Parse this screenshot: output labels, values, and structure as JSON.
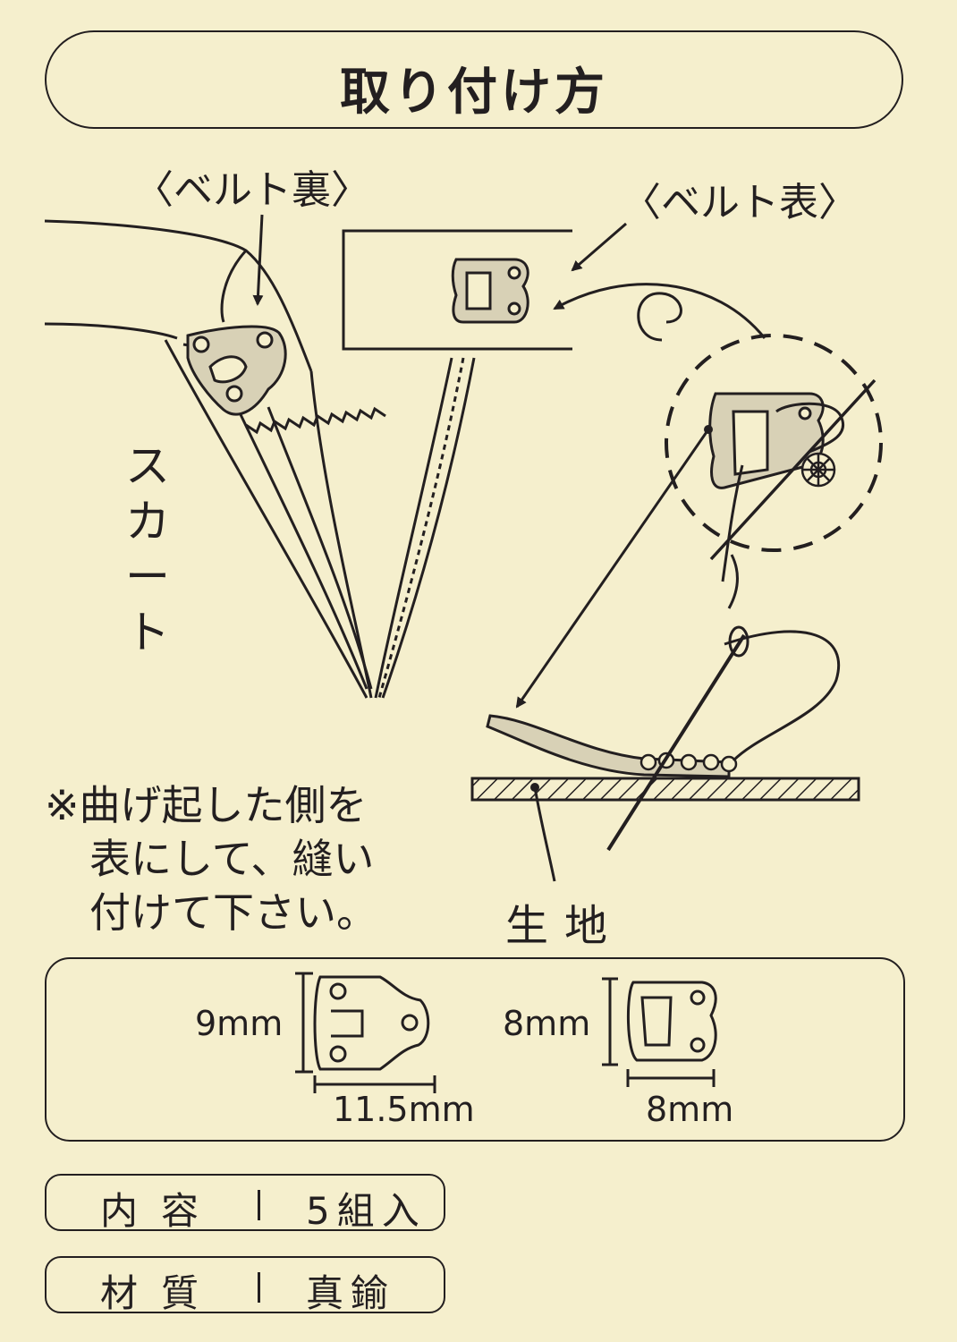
{
  "title": "取り付け方",
  "labels": {
    "belt_back": "〈ベルト裏〉",
    "belt_front": "〈ベルト表〉",
    "skirt": "スカート",
    "fabric": "生地"
  },
  "note": {
    "lines": [
      "※曲げ起した側を",
      "表にして、縫い",
      "付けて下さい。"
    ]
  },
  "sizes": {
    "hook": {
      "height": "9mm",
      "width": "11.5mm"
    },
    "eye": {
      "height": "8mm",
      "width": "8mm"
    }
  },
  "info": [
    {
      "key": "内容",
      "value": "5組入"
    },
    {
      "key": "材質",
      "value": "真鍮"
    }
  ]
}
